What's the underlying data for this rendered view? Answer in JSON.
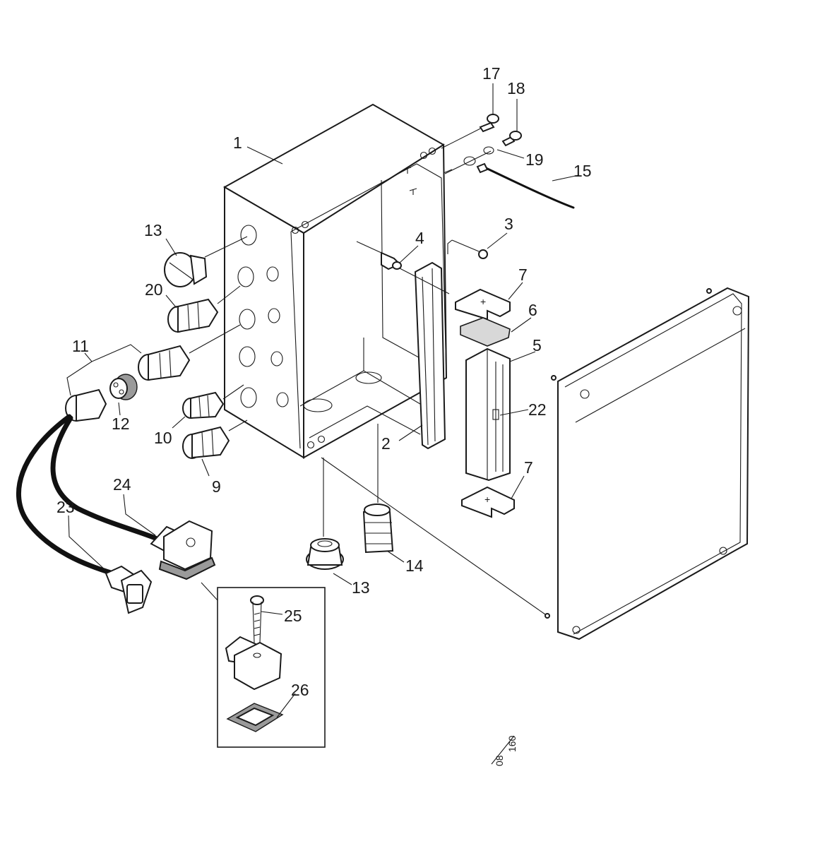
{
  "callouts": [
    {
      "id": "c1",
      "label": "1"
    },
    {
      "id": "c2",
      "label": "2"
    },
    {
      "id": "c3",
      "label": "3"
    },
    {
      "id": "c4",
      "label": "4"
    },
    {
      "id": "c5",
      "label": "5"
    },
    {
      "id": "c6",
      "label": "6"
    },
    {
      "id": "c7a",
      "label": "7"
    },
    {
      "id": "c7b",
      "label": "7"
    },
    {
      "id": "c9",
      "label": "9"
    },
    {
      "id": "c10",
      "label": "10"
    },
    {
      "id": "c11",
      "label": "11"
    },
    {
      "id": "c12",
      "label": "12"
    },
    {
      "id": "c13a",
      "label": "13"
    },
    {
      "id": "c13b",
      "label": "13"
    },
    {
      "id": "c14",
      "label": "14"
    },
    {
      "id": "c15",
      "label": "15"
    },
    {
      "id": "c17",
      "label": "17"
    },
    {
      "id": "c18",
      "label": "18"
    },
    {
      "id": "c19",
      "label": "19"
    },
    {
      "id": "c20",
      "label": "20"
    },
    {
      "id": "c22",
      "label": "22"
    },
    {
      "id": "c23",
      "label": "23"
    },
    {
      "id": "c24",
      "label": "24"
    },
    {
      "id": "c25",
      "label": "25"
    },
    {
      "id": "c26",
      "label": "26"
    }
  ],
  "drawing_ref": {
    "top": "08",
    "bottom": "160"
  }
}
